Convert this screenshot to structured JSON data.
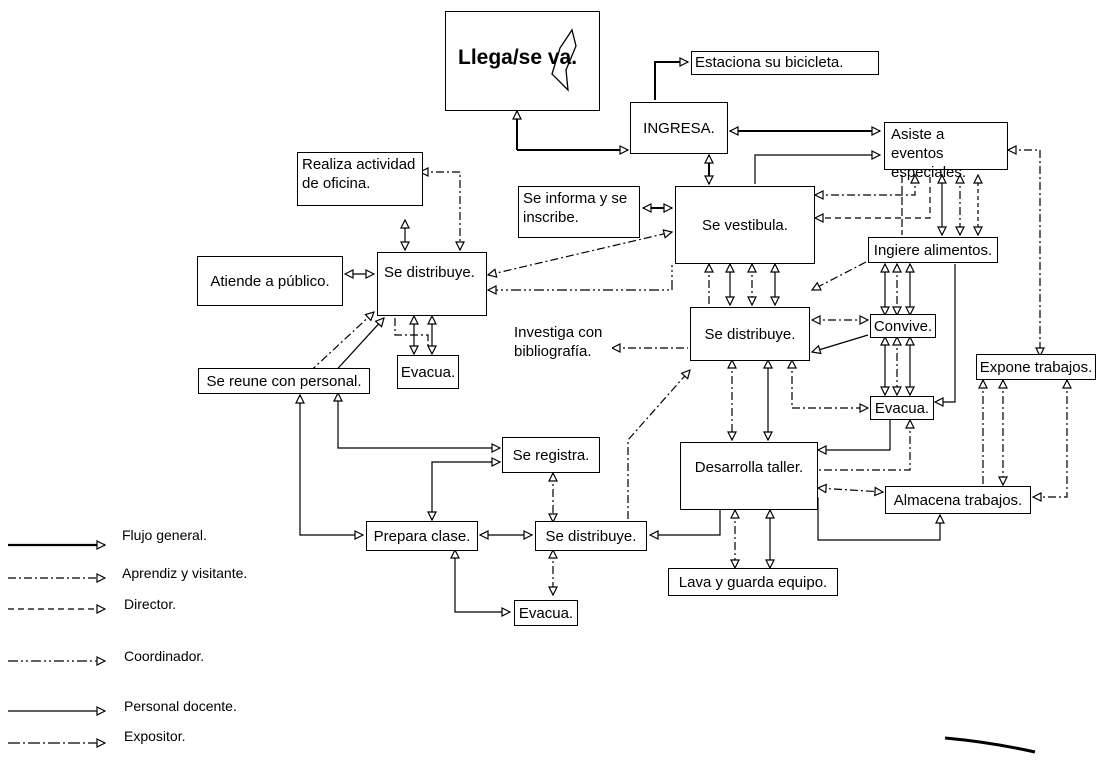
{
  "nodes": {
    "llega": "Llega/se va.",
    "estaciona": "Estaciona su bicicleta.",
    "ingresa": "INGRESA.",
    "asiste": "Asiste a eventos especiales.",
    "realiza": "Realiza actividad de oficina.",
    "informa": "Se informa y  se inscribe.",
    "vestibula": "Se vestibula.",
    "ingiere": "Ingiere alimentos.",
    "atiende": "Atiende a público.",
    "distribuye1": "Se distribuye.",
    "investiga": "Investiga con bibliografía.",
    "distribuye2": "Se distribuye.",
    "convive": "Convive.",
    "expone": "Expone trabajos.",
    "evacua1": "Evacua.",
    "reune": "Se reune con personal.",
    "evacua2": "Evacua.",
    "registra": "Se registra.",
    "desarrolla": "Desarrolla taller.",
    "almacena": "Almacena trabajos.",
    "prepara": "Prepara clase.",
    "distribuye3": "Se distribuye.",
    "lava": "Lava y guarda equipo.",
    "evacua3": "Evacua."
  },
  "legend": [
    {
      "label": "Flujo general.",
      "style": "solid-thick"
    },
    {
      "label": "Aprendiz y visitante.",
      "style": "dash-dot"
    },
    {
      "label": "Director.",
      "style": "dashed"
    },
    {
      "label": "Coordinador.",
      "style": "dash-dot-dot"
    },
    {
      "label": "Personal docente.",
      "style": "solid"
    },
    {
      "label": "Expositor.",
      "style": "long-dash-dot"
    }
  ]
}
